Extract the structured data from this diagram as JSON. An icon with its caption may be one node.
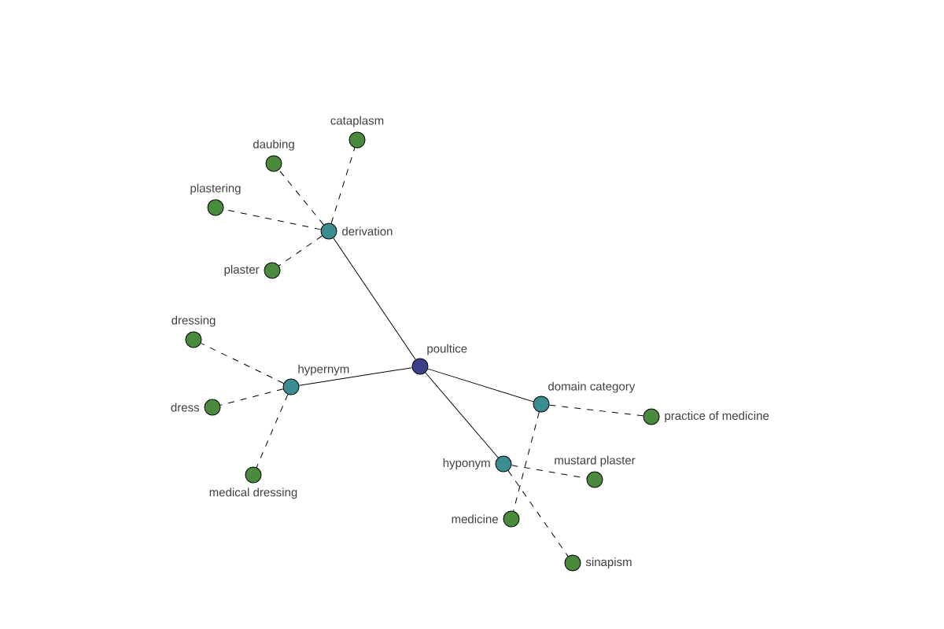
{
  "diagram": {
    "nodes": [
      {
        "text": [
          "poultice"
        ]
      },
      {
        "text": [
          "derivation"
        ]
      },
      {
        "text": [
          "hypernym"
        ]
      },
      {
        "text": [
          "domain category"
        ]
      },
      {
        "text": [
          "hyponym"
        ]
      },
      {
        "text": [
          "daubing"
        ]
      },
      {
        "text": [
          "cataplasm"
        ]
      },
      {
        "text": [
          "plastering"
        ]
      },
      {
        "text": [
          "plaster"
        ]
      },
      {
        "text": [
          "dressing"
        ]
      },
      {
        "text": [
          "dress"
        ]
      },
      {
        "text": [
          "medical dressing"
        ]
      },
      {
        "text": [
          "practice of medicine"
        ]
      },
      {
        "text": [
          "mustard plaster"
        ]
      },
      {
        "text": [
          "medicine"
        ]
      },
      {
        "text": [
          "sinapism"
        ]
      }
    ],
    "edges": [
      {
        "from": 0,
        "to": 1,
        "arrow": "none"
      },
      {
        "from": 0,
        "to": 2,
        "arrow": "none"
      },
      {
        "from": 0,
        "to": 3,
        "arrow": "none"
      },
      {
        "from": 0,
        "to": 4,
        "arrow": "none"
      },
      {
        "from": 1,
        "to": 5,
        "arrow": "none",
        "style": "dashed"
      },
      {
        "from": 1,
        "to": 6,
        "arrow": "none",
        "style": "dashed"
      },
      {
        "from": 1,
        "to": 7,
        "arrow": "none",
        "style": "dashed"
      },
      {
        "from": 1,
        "to": 8,
        "arrow": "none",
        "style": "dashed"
      },
      {
        "from": 2,
        "to": 9,
        "arrow": "none",
        "style": "dashed"
      },
      {
        "from": 2,
        "to": 10,
        "arrow": "none",
        "style": "dashed"
      },
      {
        "from": 2,
        "to": 11,
        "arrow": "none",
        "style": "dashed"
      },
      {
        "from": 3,
        "to": 12,
        "arrow": "none",
        "style": "dashed"
      },
      {
        "from": 3,
        "to": 14,
        "arrow": "none",
        "style": "dashed"
      },
      {
        "from": 4,
        "to": 13,
        "arrow": "none",
        "style": "dashed"
      },
      {
        "from": 4,
        "to": 15,
        "arrow": "none",
        "style": "dashed"
      }
    ]
  }
}
